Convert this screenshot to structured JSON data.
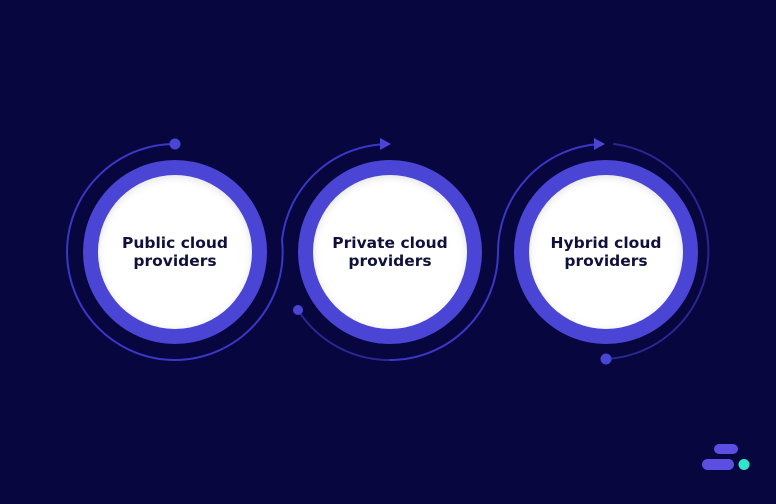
{
  "diagram": {
    "nodes": [
      {
        "line1": "Public cloud",
        "line2": "providers"
      },
      {
        "line1": "Private cloud",
        "line2": "providers"
      },
      {
        "line1": "Hybrid cloud",
        "line2": "providers"
      }
    ]
  },
  "colors": {
    "background": "#07063f",
    "ring": "#4a45d4",
    "connector": "#3b37c6",
    "circle_fill": "#ffffff",
    "text": "#10103c",
    "logo_bar": "#5a4fe0",
    "logo_dot": "#2ee6c9"
  },
  "icons": {
    "logo": "brand-logo-icon"
  }
}
